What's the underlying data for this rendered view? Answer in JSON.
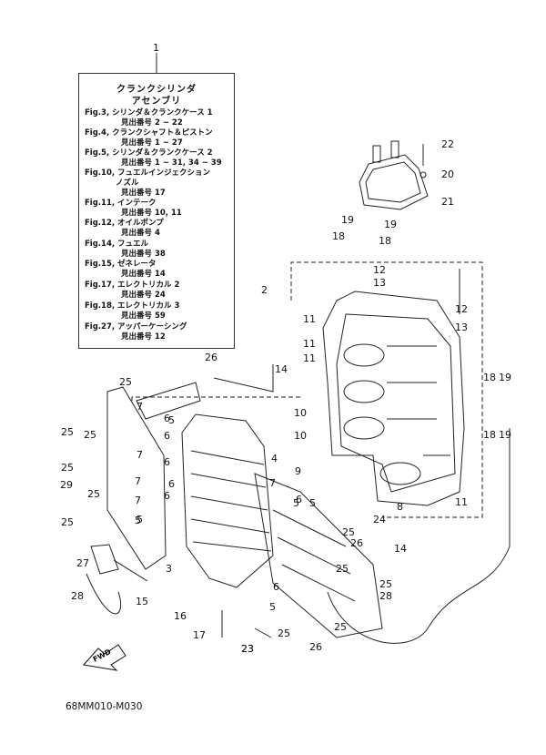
{
  "main_callout": "1",
  "legend": {
    "title_line1": "クランクシリンダ",
    "title_line2": "アセンブリ",
    "entries": [
      {
        "fig": "Fig.3, シリンダ＆クランクケース 1",
        "ref": "見出番号 2 ~ 22"
      },
      {
        "fig": "Fig.4, クランクシャフト＆ピストン",
        "ref": "見出番号 1 ~ 27"
      },
      {
        "fig": "Fig.5, シリンダ＆クランクケース 2",
        "ref": "見出番号 1 ~ 31, 34 ~ 39"
      },
      {
        "fig": "Fig.10, フュエルインジェクション",
        "fig2": "ノズル",
        "ref": "見出番号 17"
      },
      {
        "fig": "Fig.11, インテーク",
        "ref": "見出番号 10, 11"
      },
      {
        "fig": "Fig.12, オイルポンプ",
        "ref": "見出番号 4"
      },
      {
        "fig": "Fig.14, フュエル",
        "ref": "見出番号 38"
      },
      {
        "fig": "Fig.15, ゼネレータ",
        "ref": "見出番号 14"
      },
      {
        "fig": "Fig.17, エレクトリカル 2",
        "ref": "見出番号 24"
      },
      {
        "fig": "Fig.18, エレクトリカル 3",
        "ref": "見出番号 59"
      },
      {
        "fig": "Fig.27, アッパーケーシング",
        "ref": "見出番号 12"
      }
    ]
  },
  "callouts": [
    "22",
    "20",
    "21",
    "19",
    "19",
    "18",
    "18",
    "12",
    "13",
    "12",
    "13",
    "2",
    "11",
    "11",
    "11",
    "10",
    "10",
    "9",
    "8",
    "11",
    "14",
    "26",
    "18",
    "19",
    "18",
    "19",
    "25",
    "6",
    "5",
    "7",
    "6",
    "25",
    "7",
    "6",
    "25",
    "5",
    "25",
    "23",
    "6",
    "29",
    "7",
    "6",
    "25",
    "7",
    "5",
    "25",
    "5",
    "4",
    "7",
    "6",
    "5",
    "25",
    "24",
    "14",
    "26",
    "25",
    "27",
    "3",
    "15",
    "28",
    "16",
    "25",
    "6",
    "28",
    "5",
    "25",
    "17",
    "23",
    "25",
    "26"
  ],
  "fwd_label": "FWD",
  "ref_code": "68MM010-M030"
}
